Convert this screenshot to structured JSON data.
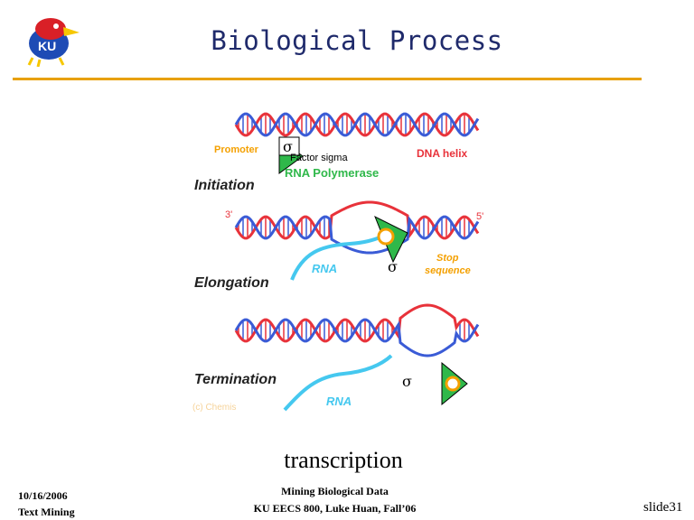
{
  "slide": {
    "title": "Biological Process",
    "caption": "transcription",
    "footer_left": [
      "10/16/2006",
      "Text Mining"
    ],
    "footer_center": [
      "Mining Biological Data",
      "KU EECS 800, Luke Huan, Fall’06"
    ],
    "footer_right": "slide31",
    "logo_text": "KU"
  },
  "diagram": {
    "stages": [
      "Initiation",
      "Elongation",
      "Termination"
    ],
    "labels": {
      "promoter": "Promoter",
      "sigma": "σ",
      "factor_sigma": "Factor sigma",
      "rna_polymerase": "RNA Polymerase",
      "dna_helix": "DNA helix",
      "three_prime": "3'",
      "five_prime": "5'",
      "rna": "RNA",
      "stop": "Stop",
      "sequence": "sequence",
      "copyright": "(c) Chemis"
    }
  },
  "colors": {
    "strand_red": "#e8323a",
    "strand_blue": "#3a5bd6",
    "rna_cyan": "#45c8ef",
    "polymerase_green": "#2fb84a",
    "label_orange": "#f4a000",
    "accent_rule": "#e8a000",
    "title_navy": "#1f2a6b"
  }
}
